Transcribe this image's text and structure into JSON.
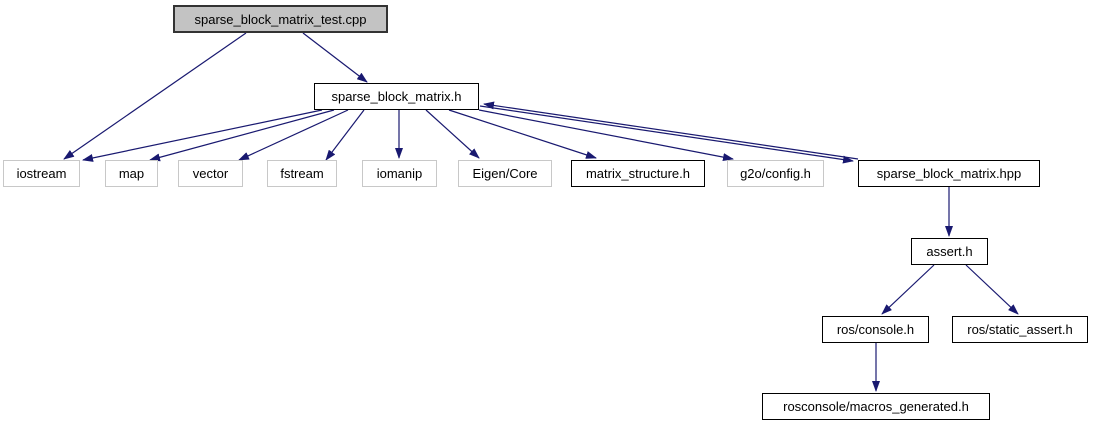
{
  "diagram": {
    "title": "sparse_block_matrix_test.cpp include dependency graph",
    "type": "include-dependency-graph",
    "colors": {
      "background": "#ffffff",
      "edge": "#191970",
      "current_node_fill": "#c3c3c3",
      "current_node_border": "#333333",
      "linked_node_border": "#000000",
      "external_node_border": "#c8c8c8",
      "node_fill": "#ffffff",
      "text": "#000000"
    },
    "nodes": [
      {
        "id": "sparse_block_matrix_test_cpp",
        "label": "sparse_block_matrix_test.cpp",
        "style": "current"
      },
      {
        "id": "sparse_block_matrix_h",
        "label": "sparse_block_matrix.h",
        "style": "linked"
      },
      {
        "id": "iostream",
        "label": "iostream",
        "style": "external"
      },
      {
        "id": "map",
        "label": "map",
        "style": "external"
      },
      {
        "id": "vector",
        "label": "vector",
        "style": "external"
      },
      {
        "id": "fstream",
        "label": "fstream",
        "style": "external"
      },
      {
        "id": "iomanip",
        "label": "iomanip",
        "style": "external"
      },
      {
        "id": "eigen_core",
        "label": "Eigen/Core",
        "style": "external"
      },
      {
        "id": "matrix_structure_h",
        "label": "matrix_structure.h",
        "style": "linked"
      },
      {
        "id": "g2o_config_h",
        "label": "g2o/config.h",
        "style": "external"
      },
      {
        "id": "sparse_block_matrix_hpp",
        "label": "sparse_block_matrix.hpp",
        "style": "linked"
      },
      {
        "id": "assert_h",
        "label": "assert.h",
        "style": "linked"
      },
      {
        "id": "ros_console_h",
        "label": "ros/console.h",
        "style": "linked"
      },
      {
        "id": "ros_static_assert_h",
        "label": "ros/static_assert.h",
        "style": "linked"
      },
      {
        "id": "rosconsole_macros_generated_h",
        "label": "rosconsole/macros_generated.h",
        "style": "linked"
      }
    ],
    "edges": [
      {
        "from": "sparse_block_matrix_test_cpp",
        "to": "sparse_block_matrix_h"
      },
      {
        "from": "sparse_block_matrix_test_cpp",
        "to": "iostream"
      },
      {
        "from": "sparse_block_matrix_h",
        "to": "iostream"
      },
      {
        "from": "sparse_block_matrix_h",
        "to": "map"
      },
      {
        "from": "sparse_block_matrix_h",
        "to": "vector"
      },
      {
        "from": "sparse_block_matrix_h",
        "to": "fstream"
      },
      {
        "from": "sparse_block_matrix_h",
        "to": "iomanip"
      },
      {
        "from": "sparse_block_matrix_h",
        "to": "eigen_core"
      },
      {
        "from": "sparse_block_matrix_h",
        "to": "matrix_structure_h"
      },
      {
        "from": "sparse_block_matrix_h",
        "to": "g2o_config_h"
      },
      {
        "from": "sparse_block_matrix_h",
        "to": "sparse_block_matrix_hpp"
      },
      {
        "from": "sparse_block_matrix_hpp",
        "to": "sparse_block_matrix_h"
      },
      {
        "from": "sparse_block_matrix_hpp",
        "to": "assert_h"
      },
      {
        "from": "assert_h",
        "to": "ros_console_h"
      },
      {
        "from": "assert_h",
        "to": "ros_static_assert_h"
      },
      {
        "from": "ros_console_h",
        "to": "rosconsole_macros_generated_h"
      }
    ]
  }
}
